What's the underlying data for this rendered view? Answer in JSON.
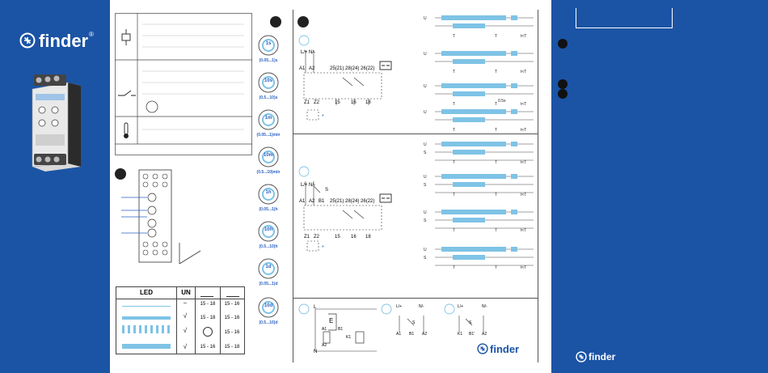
{
  "brand": {
    "name": "finder",
    "trademark": "®"
  },
  "colors": {
    "brand_blue": "#1b54a5",
    "accent_blue": "#7ec3e6",
    "diagram_blue": "#2a62c4"
  },
  "section_badges": {
    "left": "",
    "middle": "",
    "right": ""
  },
  "specs": {
    "relay_ratings": [
      "",
      "",
      ""
    ],
    "contact_ratings": [
      "",
      ""
    ],
    "temperature": ""
  },
  "dial_ranges": [
    "(0.05...1)s",
    "(0.5...10)s",
    "(0.05...1)min",
    "(0.5...10)min",
    "(0.05...1)h",
    "(0.5...10)h",
    "(0.05...1)d",
    "(0.5...10)d"
  ],
  "dial_labels": [
    "1s",
    "10s",
    "1m",
    "10m",
    "1h",
    "10h",
    "1d",
    "10d"
  ],
  "led_table": {
    "headers": [
      "LED",
      "UN",
      "",
      ""
    ],
    "rows": [
      [
        "",
        "–",
        "15 - 18",
        "15 - 16"
      ],
      [
        "",
        "√",
        "15 - 18",
        "15 - 16"
      ],
      [
        "",
        "√",
        "",
        "15 - 16"
      ],
      [
        "",
        "√",
        "15 - 16",
        "15 - 18"
      ]
    ]
  },
  "wiring": {
    "supply_l": "L/+",
    "supply_n": "N/-",
    "terminal_a1": "A1",
    "terminal_a2": "A2",
    "terminal_b1": "B1",
    "terminal_s": "S",
    "contacts_line": "25(21) 28(24) 26(22)",
    "terminal_15": "15",
    "terminal_16": "16",
    "terminal_18": "18",
    "terminal_z1": "Z1",
    "terminal_z2": "Z2",
    "terminal_l": "L",
    "terminal_n": "N",
    "terminal_e": "E",
    "terminal_k1": "K1",
    "terminal_b1_alt": "B1'",
    "terminal_a2_alt": "A2"
  },
  "timing": {
    "u_label": "U",
    "s_label": "S",
    "t_label": "T",
    "t_short": "t<T",
    "pulse_label": "0.5s"
  }
}
